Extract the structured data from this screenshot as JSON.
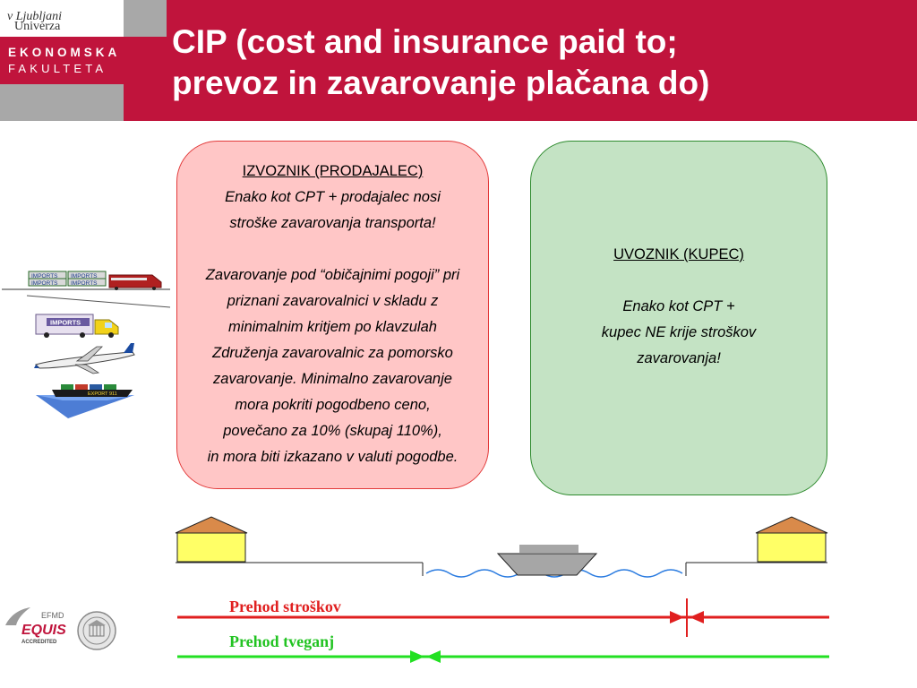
{
  "header": {
    "university": "Univerza",
    "university_italic": "v Ljubljani",
    "faculty_line1": "EKONOMSKA",
    "faculty_line2": "FAKULTETA",
    "title_line1": "CIP (cost and insurance paid to;",
    "title_line2": "prevoz in zavarovanje plačana do)"
  },
  "seller_box": {
    "heading": "IZVOZNIK (PRODAJALEC)",
    "lines": [
      "Enako kot CPT + prodajalec nosi",
      "stroške zavarovanja transporta!",
      "",
      "Zavarovanje pod “običajnimi pogoji” pri",
      "priznani zavarovalnici v skladu z",
      "minimalnim kritjem po klavzulah",
      "Združenja zavarovalnic za pomorsko",
      "zavarovanje. Minimalno zavarovanje",
      "mora pokriti pogodbeno ceno,",
      "povečano za 10% (skupaj 110%),",
      "in mora biti izkazano v valuti pogodbe."
    ]
  },
  "buyer_box": {
    "heading": "UVOZNIK (KUPEC)",
    "lines": [
      "",
      "Enako kot CPT +",
      "kupec NE krije stroškov",
      "zavarovanja!"
    ]
  },
  "transport_icons": {
    "train_labels": [
      "IMPORTS",
      "IMPORTS",
      "IMPORTS",
      "IMPORTS"
    ],
    "truck_label": "IMPORTS",
    "ship_label": "EXPORT 911"
  },
  "diagram": {
    "costs_label": "Prehod stroškov",
    "risk_label": "Prehod tveganj",
    "colors": {
      "costs": "#e01f1f",
      "risk": "#22c322",
      "house": "#ffff66",
      "roof": "#d98a4a"
    }
  },
  "badges": {
    "efmd": "EFMD",
    "equis": "EQUIS",
    "accredited": "ACCREDITED"
  }
}
